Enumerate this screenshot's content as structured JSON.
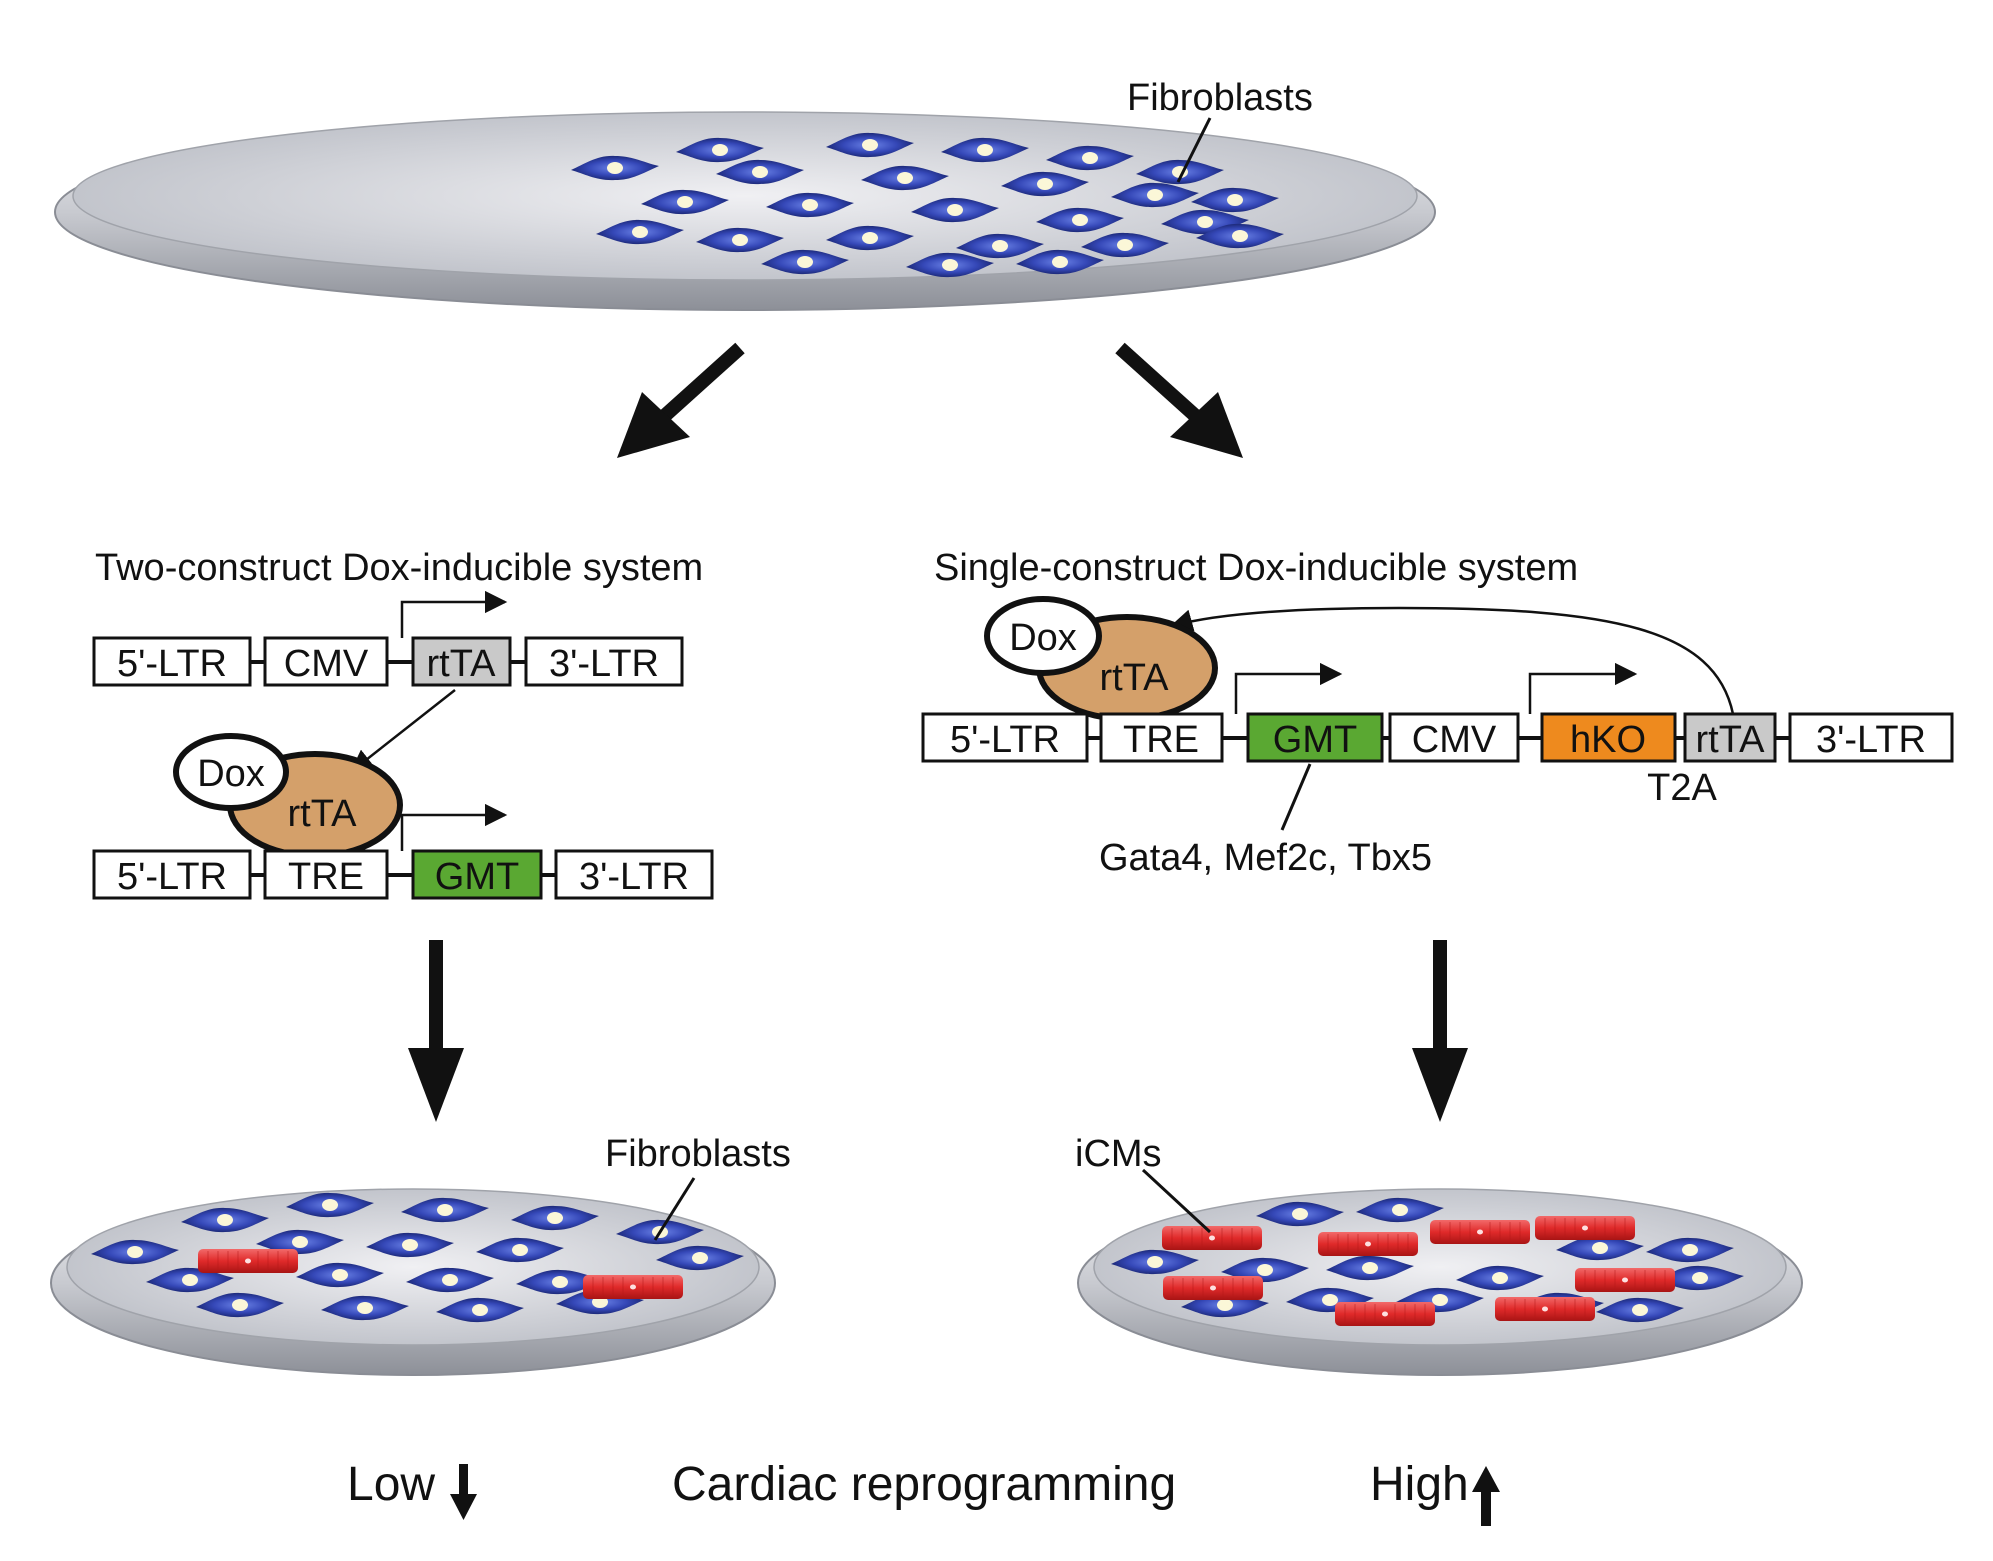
{
  "top_dish": {
    "label": "Fibroblasts"
  },
  "left_system": {
    "title": "Two-construct Dox-inducible system",
    "construct1": [
      "5'-LTR",
      "CMV",
      "rtTA",
      "3'-LTR"
    ],
    "construct2": [
      "5'-LTR",
      "TRE",
      "GMT",
      "3'-LTR"
    ],
    "dox_label": "Dox",
    "rtta_label": "rtTA"
  },
  "right_system": {
    "title": "Single-construct Dox-inducible system",
    "construct": [
      "5'-LTR",
      "TRE",
      "GMT",
      "CMV",
      "hKO",
      "rtTA",
      "3'-LTR"
    ],
    "t2a_label": "T2A",
    "gmt_note": "Gata4, Mef2c, Tbx5",
    "dox_label": "Dox",
    "rtta_label": "rtTA"
  },
  "bottom_left_dish": {
    "label": "Fibroblasts"
  },
  "bottom_right_dish": {
    "label": "iCMs"
  },
  "bottom_row": {
    "low": "Low",
    "center": "Cardiac reprogramming",
    "high": "High"
  },
  "colors": {
    "gmt": "#5aa832",
    "hko": "#ee8a1e",
    "rtta_box": "#c9c9c9",
    "rtta_ellipse": "#d4a06a",
    "fibroblast": "#3a4fb8",
    "icm": "#e23a3a"
  }
}
